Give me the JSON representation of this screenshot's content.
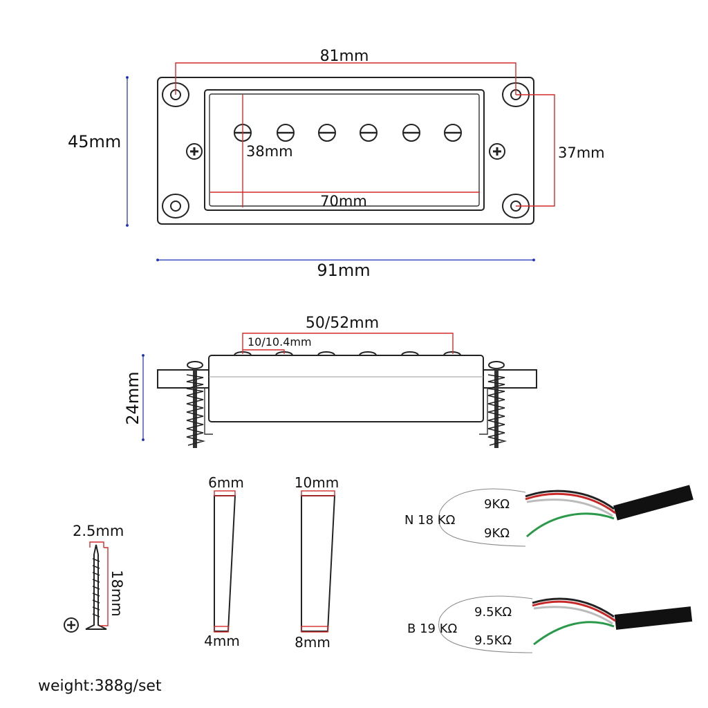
{
  "top_view": {
    "hole_spacing": "81mm",
    "height": "45mm",
    "inner_height": "38mm",
    "inner_width": "70mm",
    "hole_vertical_spacing": "37mm",
    "total_width": "91mm"
  },
  "side_view": {
    "pole_span": "50/52mm",
    "pole_spacing": "10/10.4mm",
    "height": "24mm"
  },
  "screw": {
    "diameter": "2.5mm",
    "length": "18mm"
  },
  "neck_spacer": {
    "top": "6mm",
    "bottom": "4mm"
  },
  "bridge_spacer": {
    "top": "10mm",
    "bottom": "8mm"
  },
  "wiring": {
    "neck": {
      "label": "N 18 KΩ",
      "coil1": "9KΩ",
      "coil2": "9KΩ"
    },
    "bridge": {
      "label": "B 19 KΩ",
      "coil1": "9.5KΩ",
      "coil2": "9.5KΩ"
    }
  },
  "colors": {
    "dimension_red": "#d42a2a",
    "dimension_blue": "#1a2db8",
    "wire_green": "#2a9a4a",
    "wire_red": "#c62828"
  },
  "weight": "weight:388g/set"
}
